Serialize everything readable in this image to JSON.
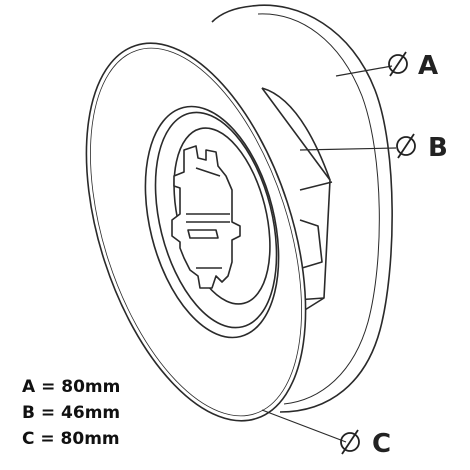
{
  "callouts": [
    {
      "letter": "A",
      "symbol": "Ø"
    },
    {
      "letter": "B",
      "symbol": "Ø"
    },
    {
      "letter": "C",
      "symbol": "Ø"
    }
  ],
  "dimensions": [
    {
      "text": "A = 80mm"
    },
    {
      "text": "B = 46mm"
    },
    {
      "text": "C = 80mm"
    }
  ],
  "colors": {
    "stroke": "#2a2a2a",
    "face": "#ffffff"
  }
}
